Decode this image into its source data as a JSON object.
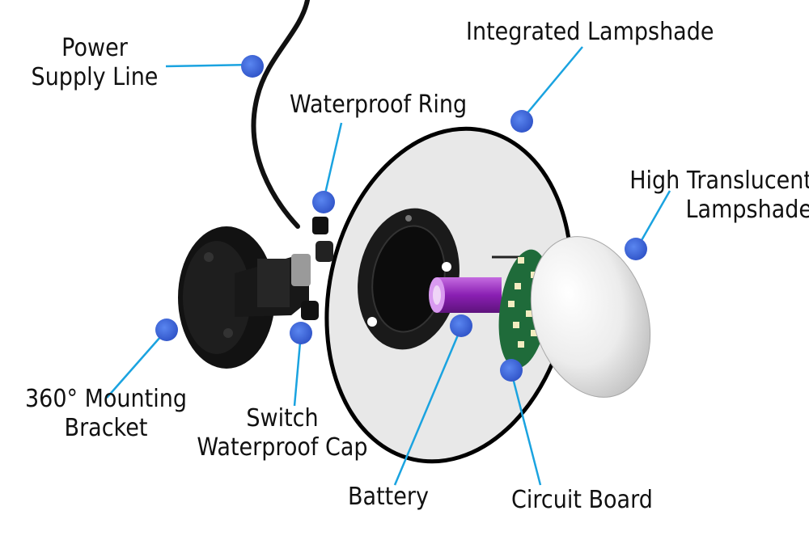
{
  "labels": {
    "power_supply_line": [
      "Power",
      "Supply Line"
    ],
    "integrated_lampshade": [
      "Integrated Lampshade"
    ],
    "waterproof_ring": [
      "Waterproof Ring"
    ],
    "high_translucent_lampshade": [
      "High Translucent",
      "Lampshade"
    ],
    "mounting_bracket": [
      "360° Mounting",
      "Bracket"
    ],
    "switch_waterproof_cap": [
      "Switch",
      "Waterproof Cap"
    ],
    "battery": [
      "Battery"
    ],
    "circuit_board": [
      "Circuit Board"
    ]
  },
  "colors": {
    "marker": "#3a63d8",
    "leader_line": "#1aa3e0",
    "disc_fill": "#e8e8e8",
    "disc_border": "#000000",
    "bracket": "#151515",
    "battery": "#9b2bc2",
    "pcb": "#1f6b3a",
    "led": "#f3ecc0",
    "dome": "#f2f2f2"
  }
}
